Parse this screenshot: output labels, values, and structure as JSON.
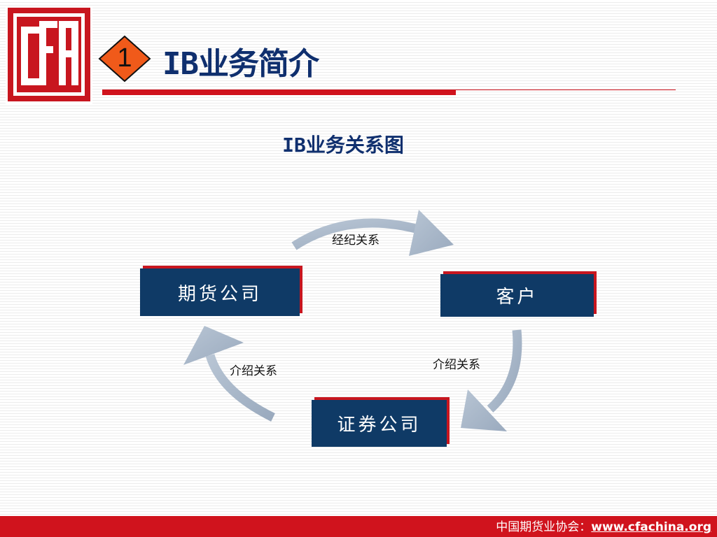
{
  "slide": {
    "badge_number": "1",
    "title": "IB业务简介",
    "subtitle": "IB业务关系图"
  },
  "diagram": {
    "nodes": {
      "futures_company": "期货公司",
      "client": "客户",
      "securities_company": "证券公司"
    },
    "relations": {
      "futures_to_client": "经纪关系",
      "client_to_securities": "介绍关系",
      "securities_to_futures": "介绍关系"
    }
  },
  "footer": {
    "org_label": "中国期货业协会：",
    "url": "www.cfachina.org"
  },
  "colors": {
    "brand_red": "#d0131d",
    "title_navy": "#0f2f6e",
    "box_navy": "#0f3a66",
    "arrow_gray": "#a3b3c6",
    "badge_fill": "#f05a1a"
  },
  "icons": {
    "logo": "cfa-logo-icon",
    "badge": "octagon-number-badge-icon"
  }
}
